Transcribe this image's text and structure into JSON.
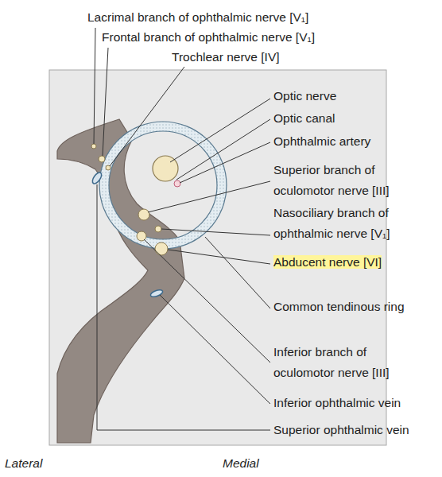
{
  "diagram": {
    "labels": [
      "Lacrimal branch of ophthalmic nerve [V₁]",
      "Frontal branch of ophthalmic nerve [V₁]",
      "Trochlear nerve [IV]",
      "Optic nerve",
      "Optic canal",
      "Ophthalmic artery",
      "Superior branch of oculomotor nerve [III]",
      "Nasociliary branch of ophthalmic nerve [V₁]",
      "Abducent nerve [VI]",
      "Common tendinous ring",
      "Inferior branch of oculomotor nerve [III]",
      "Inferior ophthalmic vein",
      "Superior ophthalmic vein",
      "Lateral",
      "Medial"
    ]
  }
}
